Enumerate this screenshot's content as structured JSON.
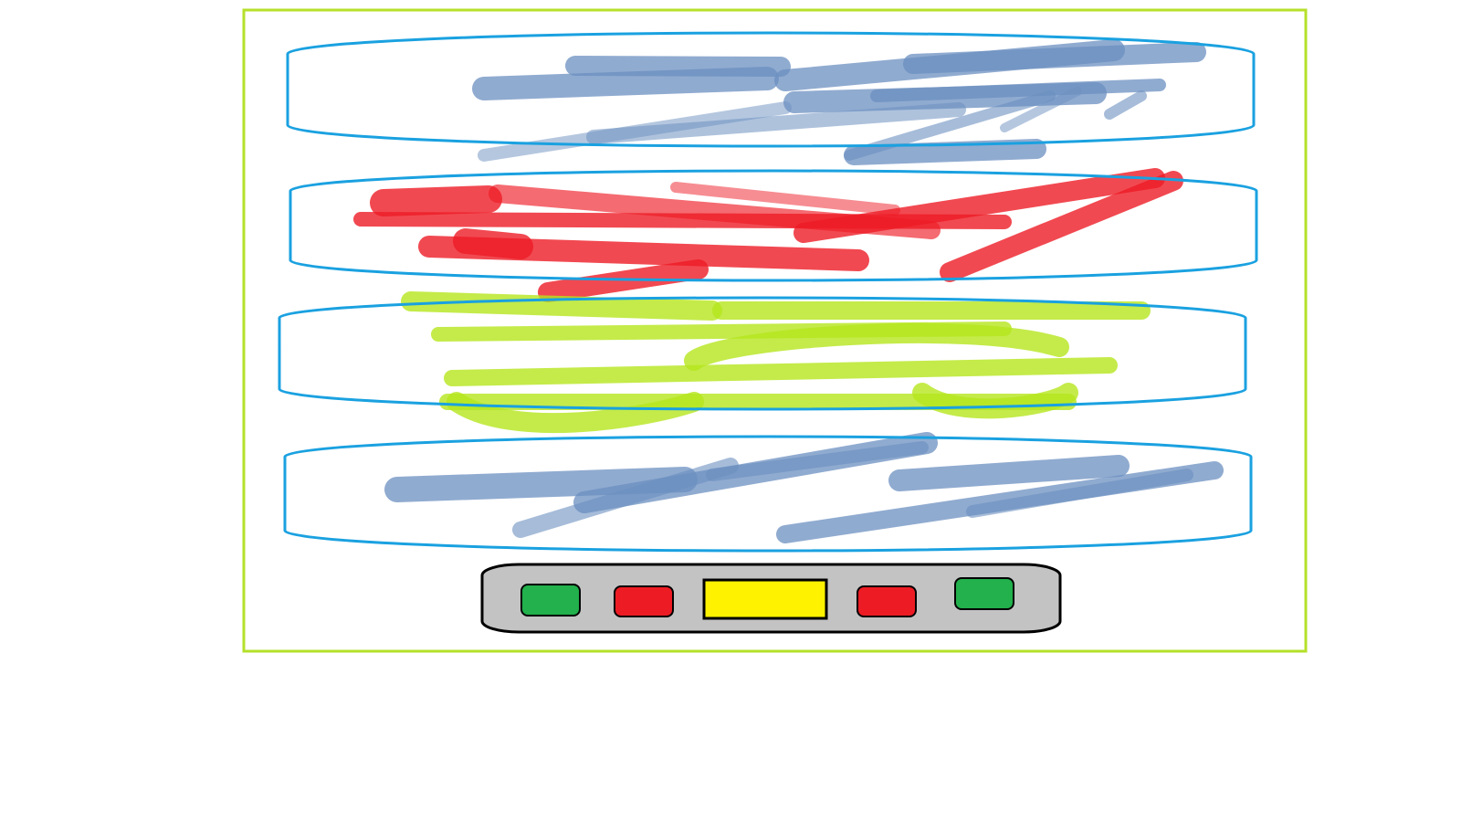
{
  "colors": {
    "frame": "#b5e02a",
    "panel_outline": "#1aa1e0",
    "scribble_blue": "#6b8fc0",
    "scribble_red": "#ee1c25",
    "scribble_green": "#b5e61d",
    "control_bar_fill": "#c3c3c3",
    "control_bar_outline": "#000000",
    "button_green": "#22b14c",
    "button_red": "#ed1c24",
    "display_yellow": "#fff200"
  },
  "panels": [
    {
      "id": "panel-1",
      "scribble_color": "scribble_blue"
    },
    {
      "id": "panel-2",
      "scribble_color": "scribble_red"
    },
    {
      "id": "panel-3",
      "scribble_color": "scribble_green"
    },
    {
      "id": "panel-4",
      "scribble_color": "scribble_blue"
    }
  ],
  "control_bar": {
    "items": [
      {
        "id": "left-green-button",
        "color": "button_green",
        "icon": "green-button"
      },
      {
        "id": "left-red-button",
        "color": "button_red",
        "icon": "red-button"
      },
      {
        "id": "center-display",
        "color": "display_yellow",
        "icon": "yellow-display"
      },
      {
        "id": "right-red-button",
        "color": "button_red",
        "icon": "red-button"
      },
      {
        "id": "right-green-button",
        "color": "button_green",
        "icon": "green-button"
      }
    ]
  }
}
